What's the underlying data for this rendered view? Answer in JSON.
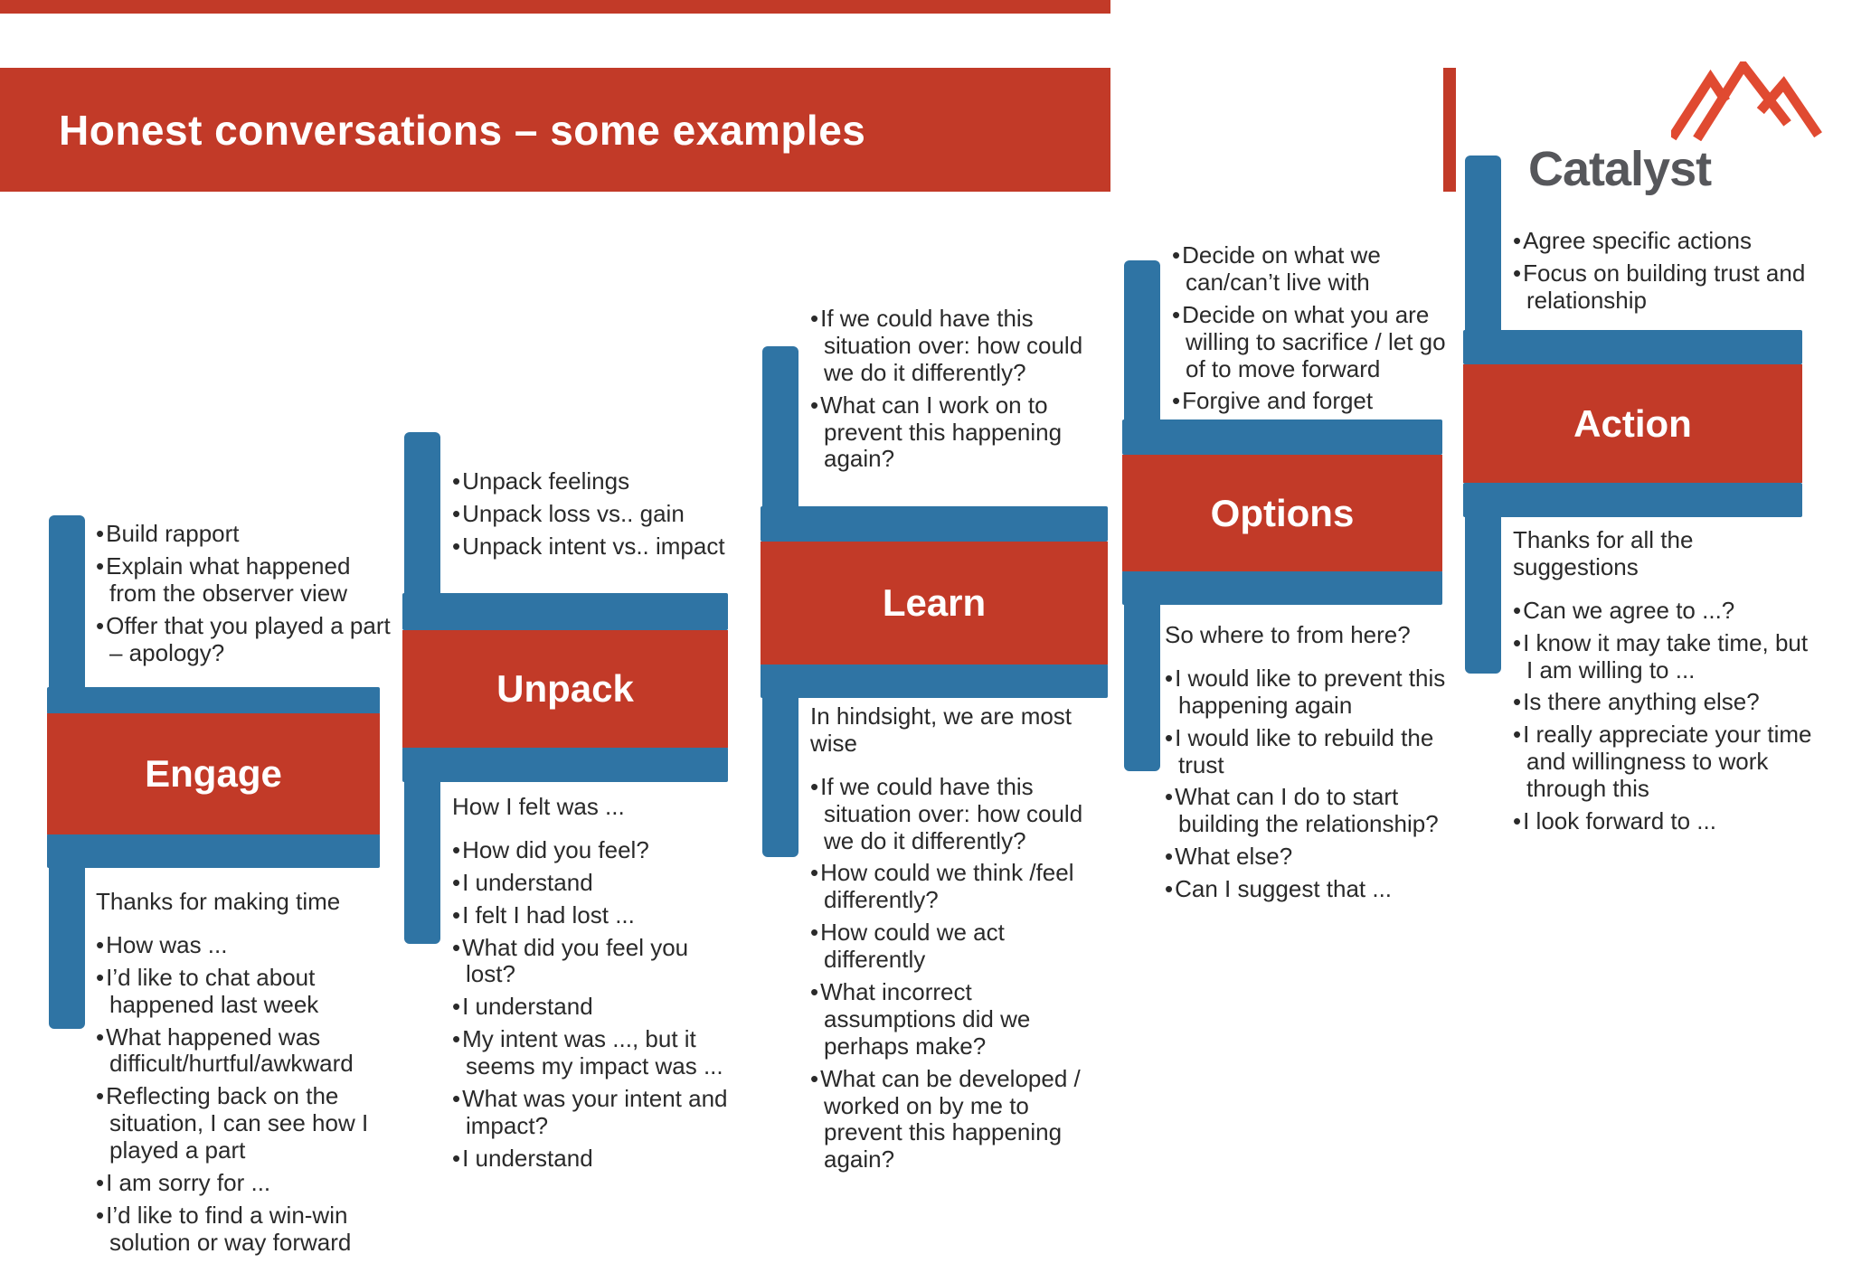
{
  "title": "Honest conversations – some examples",
  "logo": {
    "text": "Catalyst"
  },
  "colors": {
    "red": "#c23a28",
    "blue": "#2f74a4",
    "logo_red": "#e04a31",
    "logo_gray": "#56575b",
    "text": "#2a2a2a"
  },
  "steps": [
    {
      "name": "Engage",
      "top_bullets": [
        "Build rapport",
        "Explain what happened from the observer view",
        "Offer that you played a part – apology?"
      ],
      "bottom_intro": "Thanks for making time",
      "bottom_bullets": [
        "How was ...",
        "I’d like to chat about happened last week",
        "What happened was difficult/hurtful/awkward",
        "Reflecting back on the situation, I can see how I played a part",
        "I am sorry for ...",
        "I’d like to find a win-win solution or way forward"
      ]
    },
    {
      "name": "Unpack",
      "top_bullets": [
        "Unpack feelings",
        "Unpack loss vs.. gain",
        "Unpack intent vs.. impact"
      ],
      "bottom_intro": "How I felt was ...",
      "bottom_bullets": [
        "How did you feel?",
        "I understand",
        "I felt I had lost ...",
        "What did you feel you lost?",
        "I understand",
        "My intent was ..., but it seems my impact was ...",
        "What was your intent and impact?",
        "I understand"
      ]
    },
    {
      "name": "Learn",
      "top_bullets": [
        "If we could have this situation over: how could we do it differently?",
        "What can I work on to prevent this happening again?"
      ],
      "bottom_intro": "In hindsight, we are most wise",
      "bottom_bullets": [
        "If we could have this situation over: how could we do it differently?",
        "How could we think /feel differently?",
        "How could we act differently",
        "What incorrect assumptions did we perhaps make?",
        "What can be developed / worked on by me to prevent this happening again?"
      ]
    },
    {
      "name": "Options",
      "top_bullets": [
        "Decide on what we can/can’t live with",
        "Decide on what you are willing to sacrifice / let go of to move forward",
        "Forgive and forget"
      ],
      "bottom_intro": "So where to from here?",
      "bottom_bullets": [
        "I would like to prevent this happening again",
        "I would like to rebuild the trust",
        "What can I do to start building the relationship?",
        "What else?",
        "Can I suggest that ..."
      ]
    },
    {
      "name": "Action",
      "top_bullets": [
        "Agree specific actions",
        "Focus on building trust and relationship"
      ],
      "bottom_intro": "Thanks for all the suggestions",
      "bottom_bullets": [
        "Can we agree to ...?",
        "I know it may take time, but I am willing to ...",
        "Is there anything else?",
        "I really appreciate your time and willingness to work through this",
        "I look forward to ..."
      ]
    }
  ]
}
